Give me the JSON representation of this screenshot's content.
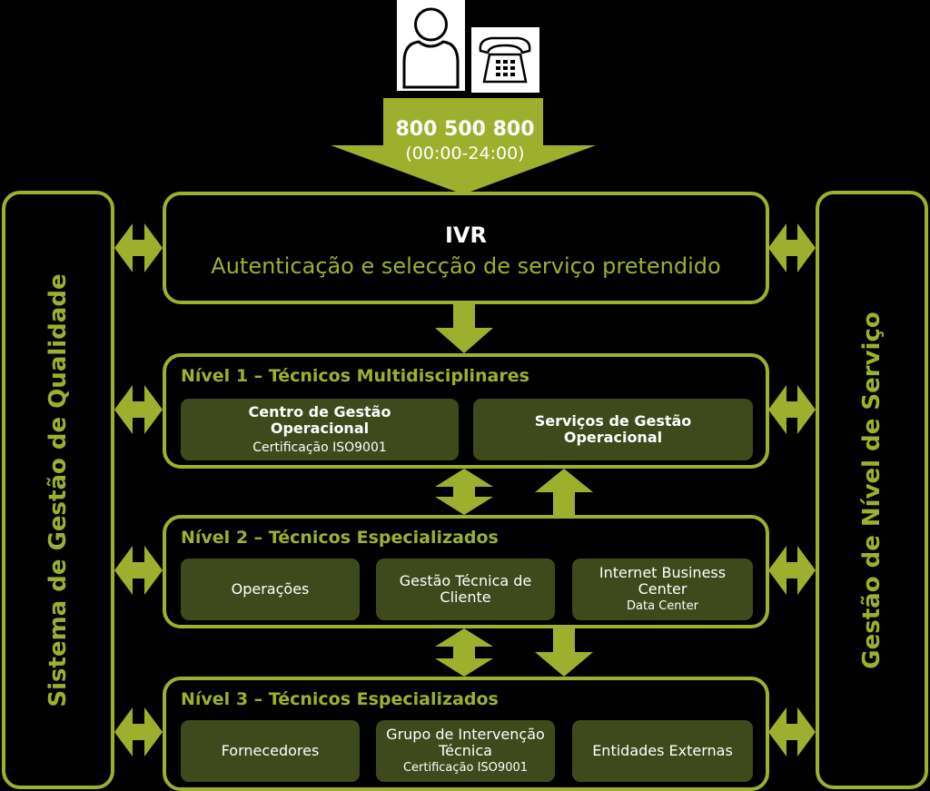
{
  "entry": {
    "phone_number": "800 500 800",
    "hours": "(00:00-24:00)",
    "icons": [
      "person-icon",
      "telephone-icon"
    ]
  },
  "ivr": {
    "title": "IVR",
    "subtitle": "Autenticação e selecção de serviço pretendido"
  },
  "side_left": "Sistema de Gestão de Qualidade",
  "side_right": "Gestão de Nível de Serviço",
  "levels": [
    {
      "title": "Nível 1 – Técnicos Multidisciplinares",
      "cards": [
        {
          "line1": "Centro de Gestão",
          "line2": "Operacional",
          "note": "Certificação ISO9001"
        },
        {
          "line1": "Serviços de Gestão",
          "line2": "Operacional"
        }
      ]
    },
    {
      "title": "Nível  2 – Técnicos Especializados",
      "cards": [
        {
          "line1": "Operações"
        },
        {
          "line1": "Gestão Técnica de",
          "line2": "Cliente"
        },
        {
          "line1": "Internet Business",
          "line2": "Center",
          "note": "Data Center"
        }
      ]
    },
    {
      "title": "Nível  3 – Técnicos Especializados",
      "cards": [
        {
          "line1": "Fornecedores"
        },
        {
          "line1": "Grupo de Intervenção",
          "line2": "Técnica",
          "note": "Certificação ISO9001"
        },
        {
          "line1": "Entidades Externas"
        }
      ]
    }
  ],
  "colors": {
    "accent": "#9db02e",
    "card_fill": "#3e4a1c",
    "background": "#000000"
  }
}
